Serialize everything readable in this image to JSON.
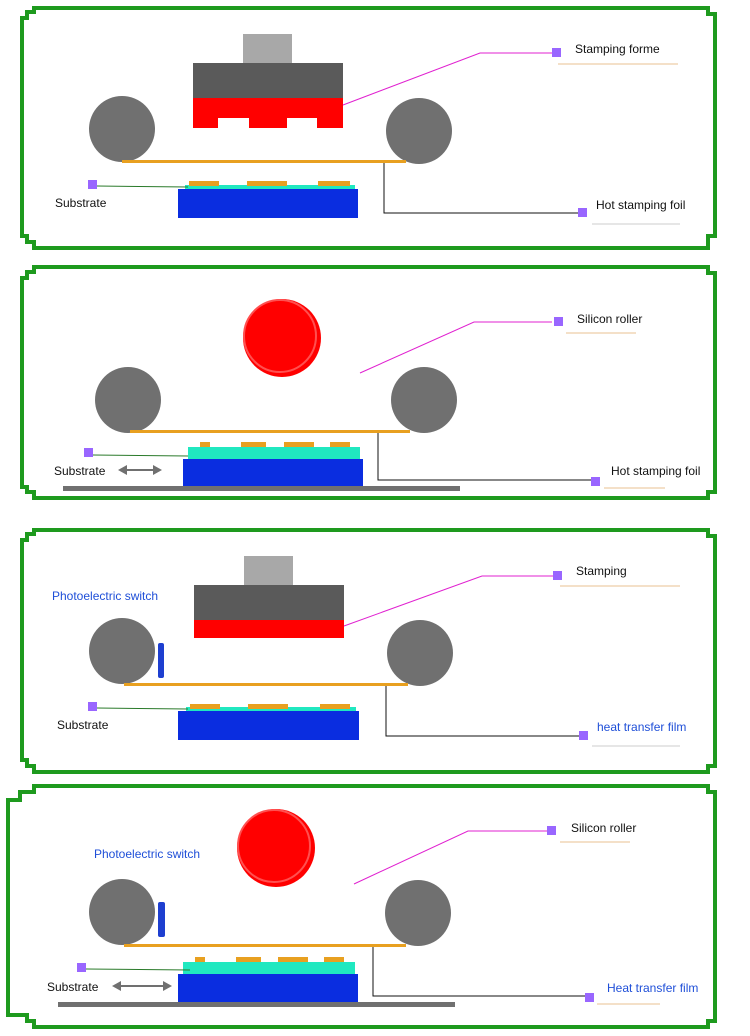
{
  "colors": {
    "frame": "#1e9a1e",
    "roller_gray": "#707070",
    "forme_dark": "#5a5a5a",
    "forme_light": "#a8a8a8",
    "forme_red": "#ff0000",
    "foil": "#e8a020",
    "substrate_blue": "#0a2de0",
    "cyan_layer": "#20e8c0",
    "pointer_line": "#e020d0",
    "marker": "#9966ff",
    "switch_blue": "#1e3fd0",
    "base_gray": "#707070",
    "label_blue": "#1f4fd8"
  },
  "panels": [
    {
      "id": "panel-1",
      "labels": {
        "top_right": "Stamping forme",
        "bottom_right": "Hot stamping foil",
        "left": "Substrate"
      }
    },
    {
      "id": "panel-2",
      "labels": {
        "top_right": "Silicon roller",
        "bottom_right": "Hot stamping foil",
        "left": "Substrate"
      }
    },
    {
      "id": "panel-3",
      "labels": {
        "top_right": "Stamping",
        "bottom_right": "heat transfer film",
        "left": "Substrate",
        "switch": "Photoelectric switch"
      }
    },
    {
      "id": "panel-4",
      "labels": {
        "top_right": "Silicon roller",
        "bottom_right": "Heat transfer film",
        "left": "Substrate",
        "switch": "Photoelectric switch"
      }
    }
  ]
}
